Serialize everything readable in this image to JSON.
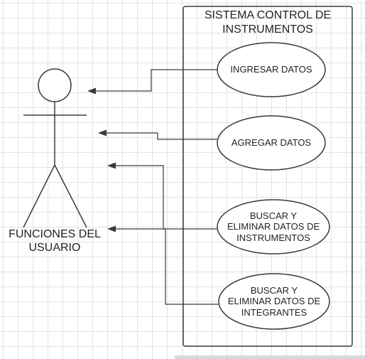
{
  "system": {
    "title_line1": "SISTEMA CONTROL DE",
    "title_line2": "INSTRUMENTOS"
  },
  "actor": {
    "name_line1": "FUNCIONES DEL",
    "name_line2": "USUARIO"
  },
  "use_cases": [
    {
      "lines": [
        "INGRESAR DATOS"
      ]
    },
    {
      "lines": [
        "AGREGAR DATOS"
      ]
    },
    {
      "lines": [
        "BUSCAR Y",
        "ELIMINAR DATOS DE",
        "INSTRUMENTOS"
      ]
    },
    {
      "lines": [
        "BUSCAR Y",
        "ELIMINAR DATOS DE",
        "INTEGRANTES"
      ]
    }
  ],
  "colors": {
    "stroke": "#3a3a3a",
    "grid": "#e3e3e3",
    "background": "#ffffff"
  }
}
